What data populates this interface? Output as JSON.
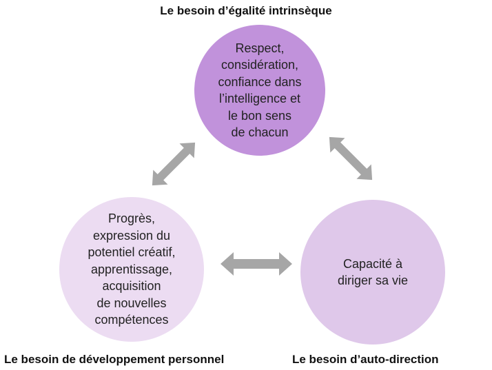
{
  "colors": {
    "circle_top": "#c192db",
    "circle_left": "#ecdcf2",
    "circle_right": "#dfc8ea",
    "arrow": "#a6a6a6"
  },
  "titles": {
    "top": "Le besoin d’égalité intrinsèque",
    "left": "Le besoin de développement personnel",
    "right": "Le besoin d’auto-direction"
  },
  "circles": {
    "top": {
      "lines": [
        "Respect,",
        "considération,",
        "confiance dans",
        "l’intelligence et",
        "le bon sens",
        "de chacun"
      ]
    },
    "left": {
      "lines": [
        "Progrès,",
        "expression du",
        "potentiel créatif,",
        "apprentissage,",
        "acquisition",
        "de nouvelles",
        "compétences"
      ]
    },
    "right": {
      "lines": [
        "Capacité à",
        "diriger sa vie"
      ]
    }
  },
  "arrows": {
    "icon": "double-headed-arrow"
  }
}
